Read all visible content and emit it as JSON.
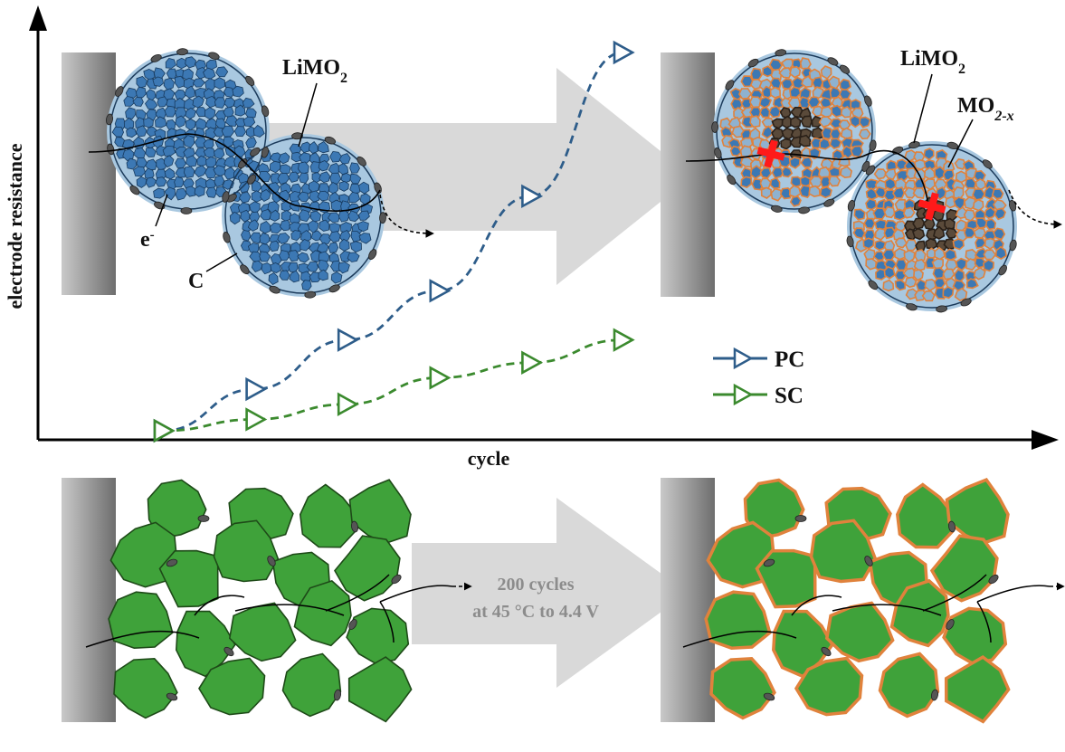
{
  "diagram": {
    "y_axis_label": "electrode resistance",
    "x_axis_label": "cycle",
    "legend": [
      {
        "label": "PC",
        "color": "#2e5d8a"
      },
      {
        "label": "SC",
        "color": "#3b8a2e"
      }
    ],
    "top_left": {
      "label_oxide": "LiMO",
      "label_oxide_sub": "2",
      "label_electron": "e",
      "label_electron_sup": "-",
      "label_carbon": "C"
    },
    "top_right": {
      "label_oxide": "LiMO",
      "label_oxide_sub": "2",
      "label_reduced": "MO",
      "label_reduced_sub": "2-x"
    },
    "arrow_text_line1": "200 cycles",
    "arrow_text_line2": "at 45 °C to 4.4 V",
    "colors": {
      "collector": "#8c8c8c",
      "arrow": "#d9d9d9",
      "primary_particle": "#3c78b4",
      "secondary_bg": "#a9c8e0",
      "degraded_rim": "#e0823c",
      "rock_salt_core": "#5a4a3a",
      "single_crystal": "#3fa23a",
      "carbon": "#555555",
      "blocked": "#ff1a1a"
    }
  },
  "chart_data": {
    "type": "line",
    "title": "",
    "xlabel": "cycle",
    "ylabel": "electrode resistance",
    "x": [
      1,
      2,
      3,
      4,
      5,
      6
    ],
    "series": [
      {
        "name": "PC",
        "values": [
          0.0,
          0.11,
          0.24,
          0.37,
          0.62,
          1.0
        ]
      },
      {
        "name": "SC",
        "values": [
          0.0,
          0.03,
          0.07,
          0.14,
          0.18,
          0.24
        ]
      }
    ],
    "ylim": [
      0,
      1
    ],
    "grid": false,
    "legend_position": "right"
  }
}
